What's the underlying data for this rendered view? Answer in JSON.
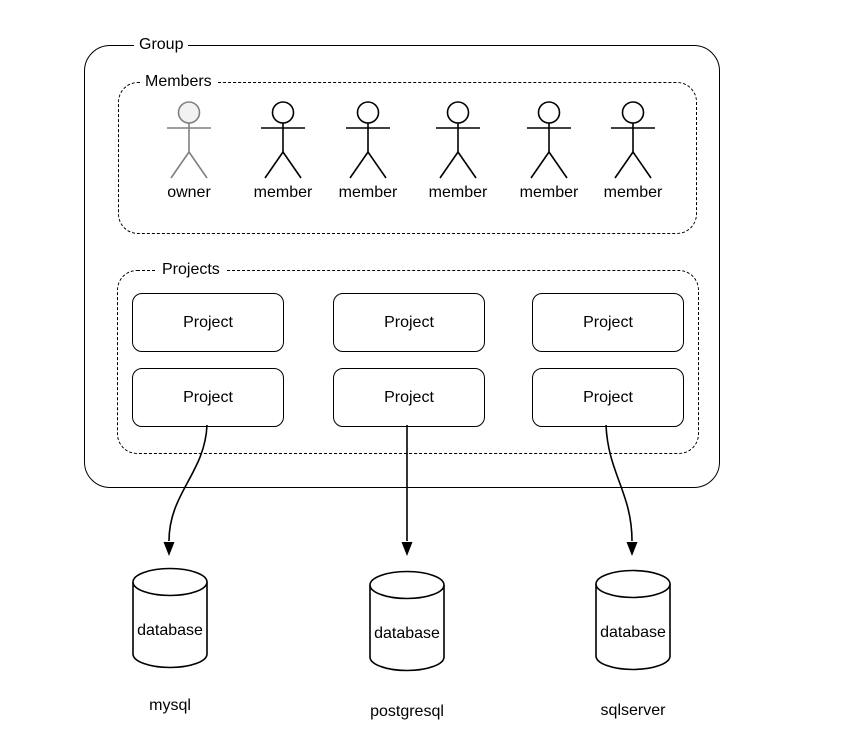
{
  "group": {
    "label": "Group",
    "members": {
      "label": "Members",
      "actors": [
        {
          "label": "owner",
          "type": "owner"
        },
        {
          "label": "member",
          "type": "member"
        },
        {
          "label": "member",
          "type": "member"
        },
        {
          "label": "member",
          "type": "member"
        },
        {
          "label": "member",
          "type": "member"
        },
        {
          "label": "member",
          "type": "member"
        }
      ]
    },
    "projects": {
      "label": "Projects",
      "nodes": [
        {
          "label": "Project"
        },
        {
          "label": "Project"
        },
        {
          "label": "Project"
        },
        {
          "label": "Project"
        },
        {
          "label": "Project"
        },
        {
          "label": "Project"
        }
      ]
    }
  },
  "databases": [
    {
      "label": "database",
      "caption": "mysql"
    },
    {
      "label": "database",
      "caption": "postgresql"
    },
    {
      "label": "database",
      "caption": "sqlserver"
    }
  ],
  "colors": {
    "stroke": "#000000",
    "owner_stroke": "#808080",
    "owner_head_fill": "#f2f2f2",
    "background": "#ffffff"
  }
}
